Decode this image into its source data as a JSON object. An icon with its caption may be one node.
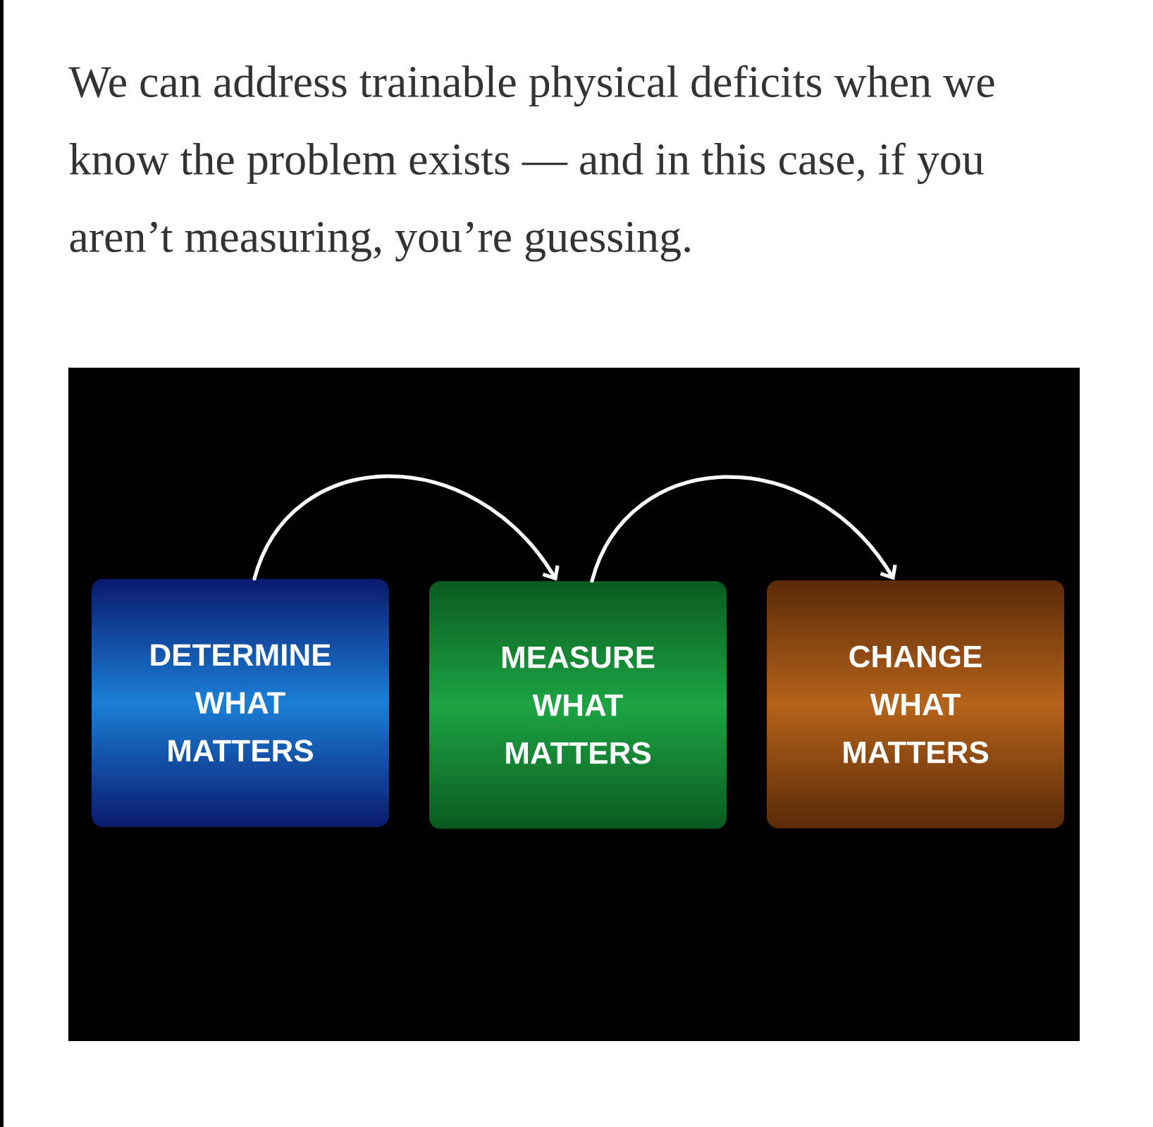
{
  "diagram": {
    "caption": "We can address trainable physical deficits when we know the problem exists — and in this case, if you aren’t measuring, you’re guessing.",
    "nodes": [
      {
        "text": [
          "DETERMINE WHAT MATTERS"
        ]
      },
      {
        "text": [
          "MEASURE WHAT MATTERS"
        ]
      },
      {
        "text": [
          "CHANGE WHAT MATTERS"
        ]
      }
    ],
    "edges": [
      {
        "from": 0,
        "to": 1,
        "arrow": "to"
      },
      {
        "from": 1,
        "to": 2,
        "arrow": "to"
      }
    ]
  }
}
